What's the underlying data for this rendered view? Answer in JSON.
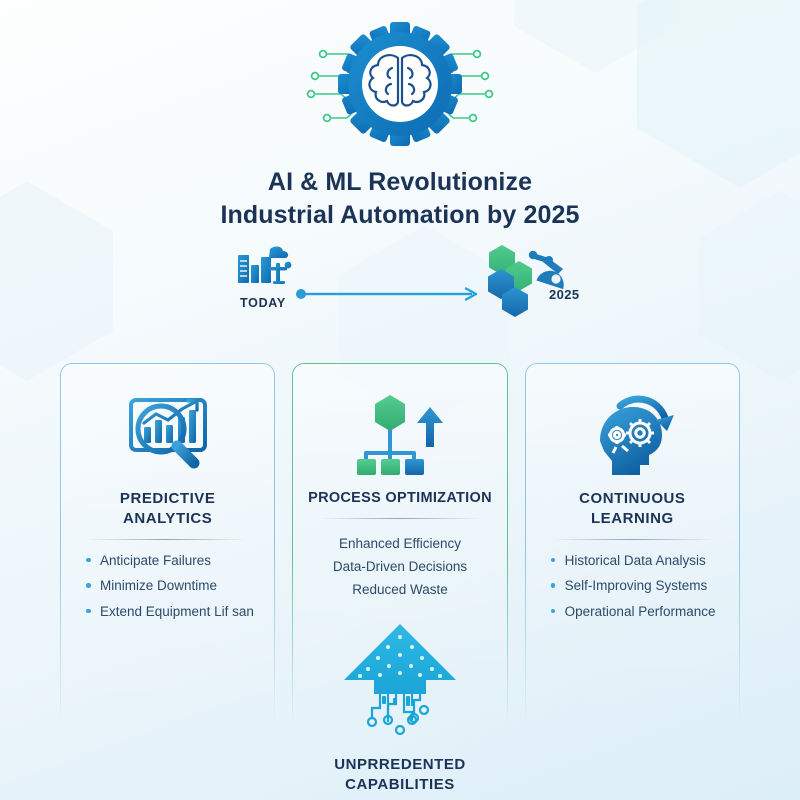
{
  "header": {
    "hero_icon": "gear-brain-circuit-icon",
    "title_line1": "AI & ML Revolutionize",
    "title_line2": "Industrial Automation by 2025"
  },
  "timeline": {
    "start_icon": "factory-icon",
    "start_label": "TODAY",
    "arrow_icon": "right-arrow-icon",
    "end_icon": "hexagon-robot-arm-icon",
    "end_label": "2025"
  },
  "cards": [
    {
      "icon": "chart-magnifier-icon",
      "title_line1": "PREDICTIVE",
      "title_line2": "ANALYTICS",
      "list_style": "bullets",
      "items": [
        "Anticipate Failures",
        "Minimize Downtime",
        "Extend Equipment Lif san"
      ],
      "border_color": "#8ec7e8",
      "accent_color": "#3aa5dd"
    },
    {
      "icon": "hierarchy-hexagon-icon",
      "title_line1": "PROCESS OPTIMIZATION",
      "title_line2": "",
      "list_style": "plain",
      "items": [
        "Enhanced Efficiency",
        "Data-Driven Decisions",
        "Reduced Waste"
      ],
      "border_color": "#5ec08d",
      "accent_color": "#4bbf87"
    },
    {
      "icon": "head-gears-refresh-icon",
      "title_line1": "CONTINUOUS",
      "title_line2": "LEARNING",
      "list_style": "bullets",
      "items": [
        "Historical Data Analysis",
        "Self-Improving Systems",
        "Operational Performance"
      ],
      "border_color": "#8ec7e8",
      "accent_color": "#3aa5dd"
    }
  ],
  "bottom": {
    "icon": "circuit-up-arrow-icon",
    "caption_line1": "UNPRREDENTED",
    "caption_line2": "CAPABILITIES"
  },
  "theme": {
    "text_dark": "#1b3356",
    "text_body": "#2d4a6b",
    "blue": "#1a7fc1",
    "blue_deep": "#0f6bb0",
    "green": "#4bbf87",
    "cyan": "#29b6e8",
    "background_top": "#fdfefe",
    "background_bottom": "#dceef8"
  }
}
